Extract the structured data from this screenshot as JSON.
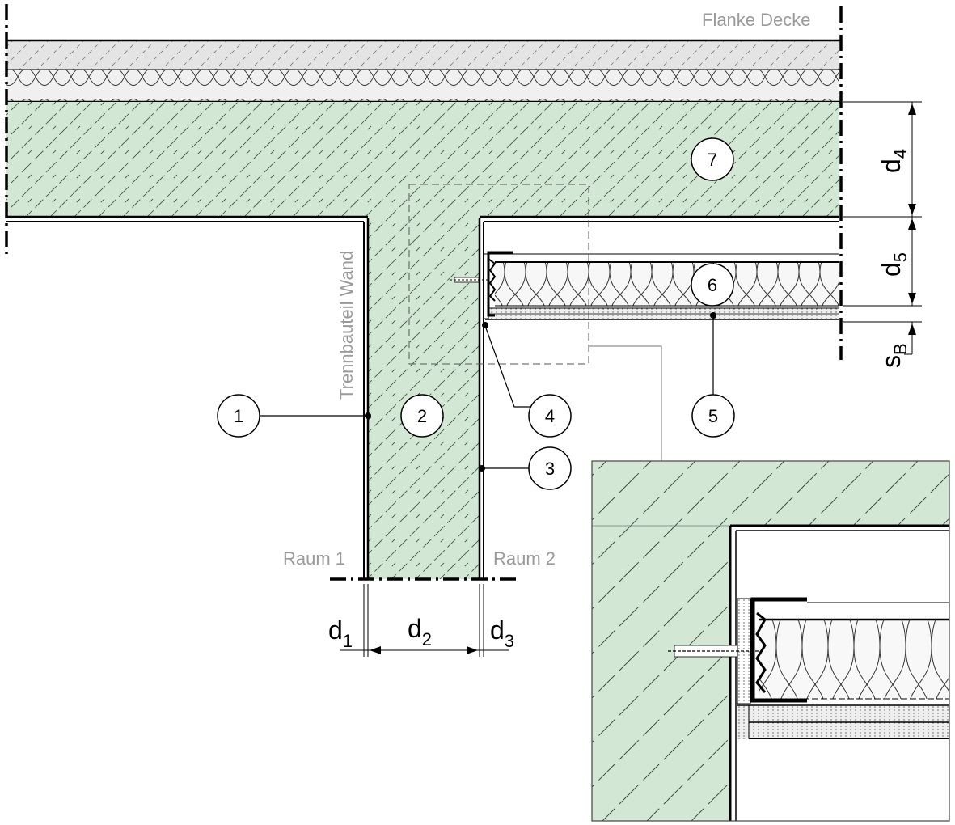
{
  "colors": {
    "concrete": "#d3e7d5",
    "screed": "#e4e4e4",
    "insulation": "#f0f0f0",
    "line": "#000000",
    "label_grey": "#9a9a9a"
  },
  "labels": {
    "flank": "Flanke Decke",
    "separating_wall": "Trennbauteil Wand",
    "room1": "Raum 1",
    "room2": "Raum 2"
  },
  "dimensions": {
    "d1": {
      "main": "d",
      "sub": "1"
    },
    "d2": {
      "main": "d",
      "sub": "2"
    },
    "d3": {
      "main": "d",
      "sub": "3"
    },
    "d4": {
      "main": "d",
      "sub": "4"
    },
    "d5": {
      "main": "d",
      "sub": "5"
    },
    "sB": {
      "main": "s",
      "sub": "B"
    }
  },
  "markers": [
    "1",
    "2",
    "3",
    "4",
    "5",
    "6",
    "7"
  ]
}
